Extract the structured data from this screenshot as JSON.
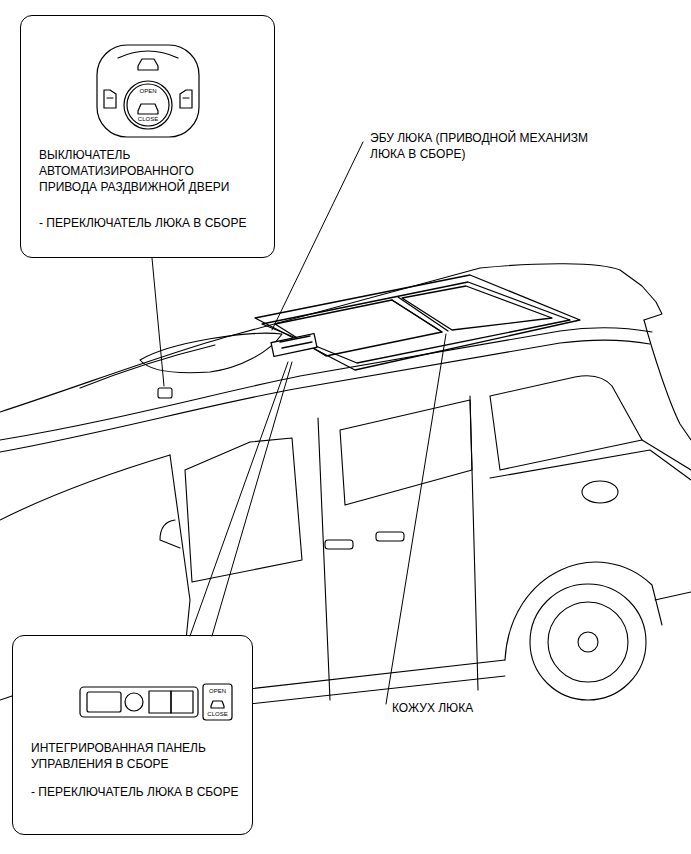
{
  "diagram": {
    "nodes": [
      {
        "text": [
          "ВЫКЛЮЧАТЕЛЬ АВТОМАТИЗИРОВАННОГО ПРИВОДА РАЗДВИЖНОЙ ДВЕРИ",
          "- ПЕРЕКЛЮЧАТЕЛЬ ЛЮКА В СБОРЕ"
        ]
      },
      {
        "text": [
          "ИНТЕГРИРОВАННАЯ ПАНЕЛЬ УПРАВЛЕНИЯ В СБОРЕ",
          "- ПЕРЕКЛЮЧАТЕЛЬ ЛЮКА В СБОРЕ"
        ]
      }
    ],
    "labels": [
      "OPEN",
      "CLOSE",
      "ЭБУ ЛЮКА (ПРИВОДНОЙ МЕХАНИЗМ ЛЮКА В СБОРЕ)",
      "OPEN",
      "CLOSE",
      "КОЖУХ ЛЮКА"
    ]
  }
}
